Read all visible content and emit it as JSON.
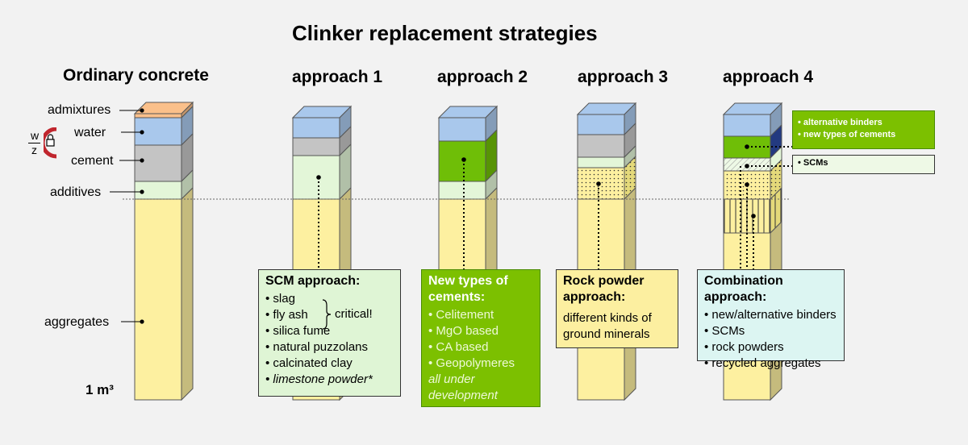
{
  "title": "Clinker replacement strategies",
  "headers": {
    "ordinary": "Ordinary concrete",
    "a1": "approach 1",
    "a2": "approach 2",
    "a3": "approach 3",
    "a4": "approach 4"
  },
  "layer_labels": {
    "admixtures": "admixtures",
    "water": "water",
    "cement": "cement",
    "additives": "additives",
    "aggregates": "aggregates",
    "wz_w": "w",
    "wz_z": "z"
  },
  "volume_label": "1 m³",
  "boxes": {
    "scm": {
      "title": "SCM approach:",
      "items": [
        "slag",
        "fly ash",
        "silica fume",
        "natural puzzolans",
        "calcinated clay",
        "limestone powder*"
      ],
      "critical": "critical!"
    },
    "newcem": {
      "title": "New types of cements:",
      "items": [
        "Celitement",
        "MgO based",
        "CA based",
        "Geopolymeres"
      ],
      "note": "all under development"
    },
    "rock": {
      "title": "Rock powder approach:",
      "text": "different kinds of ground minerals"
    },
    "combo": {
      "title": "Combination approach:",
      "items": [
        "new/alternative binders",
        "SCMs",
        "rock powders",
        "recycled aggregates"
      ]
    },
    "side1": {
      "items": [
        "alternative binders",
        "new types of cements"
      ]
    },
    "side2": {
      "items": [
        "SCMs"
      ]
    }
  },
  "colors": {
    "admixtures": "#fbc08a",
    "water": "#a9c8ec",
    "cement": "#c4c4c4",
    "additives": "#e3f6d8",
    "aggregates": "#fdf0a0",
    "newcement": "#6fbe07",
    "darkblue": "#233a80",
    "lock": "#c0262e"
  }
}
